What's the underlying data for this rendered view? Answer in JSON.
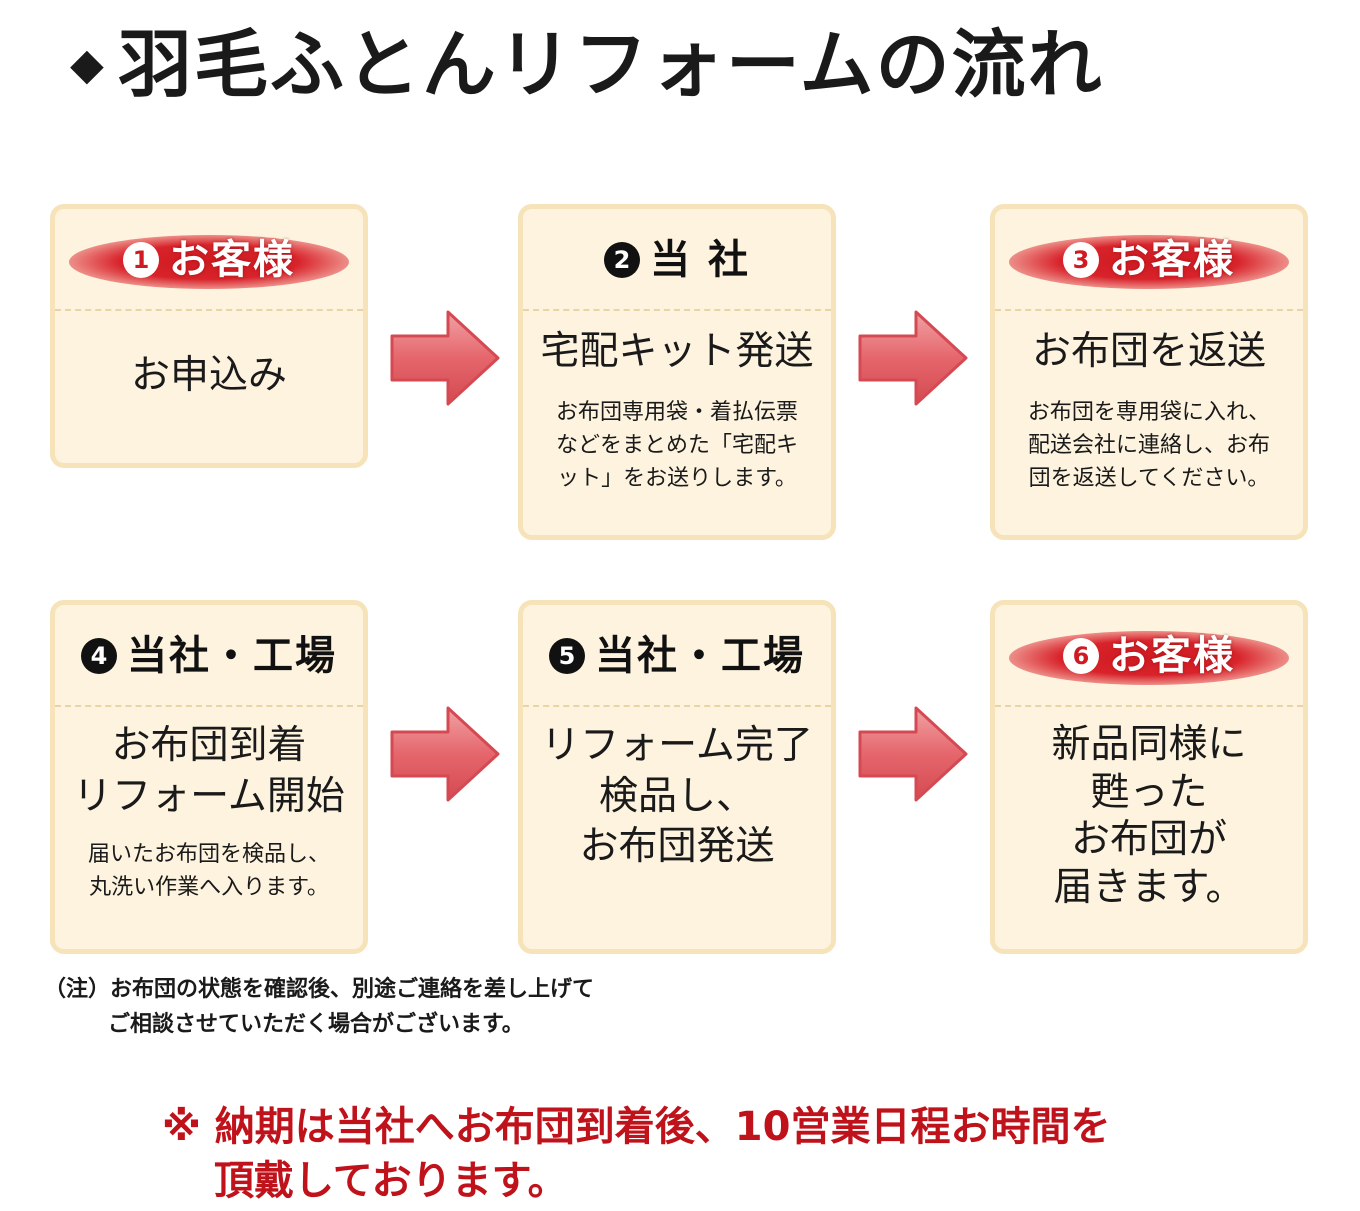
{
  "title": {
    "bullet": "◆",
    "text": "羽毛ふとんリフォームの流れ"
  },
  "steps": [
    {
      "num": "1",
      "label": "お客様",
      "main": "お申込み",
      "sub": ""
    },
    {
      "num": "2",
      "label": "当 社",
      "main": "宅配キット発送",
      "sub": "お布団専用袋・着払伝票\nなどをまとめた「宅配キ\nット」をお送りします。"
    },
    {
      "num": "3",
      "label": "お客様",
      "main": "お布団を返送",
      "sub": "お布団を専用袋に入れ、\n配送会社に連絡し、お布\n団を返送してください。"
    },
    {
      "num": "4",
      "label": "当社・工場",
      "main": "お布団到着\nリフォーム開始",
      "sub": "届いたお布団を検品し、\n丸洗い作業へ入ります。"
    },
    {
      "num": "5",
      "label": "当社・工場",
      "main": "リフォーム完了\n検品し、\nお布団発送",
      "sub": ""
    },
    {
      "num": "6",
      "label": "お客様",
      "main": "新品同様に\n甦った\nお布団が\n届きます。",
      "sub": ""
    }
  ],
  "note": {
    "line1": "（注）お布団の状態を確認後、別途ご連絡を差し上げて",
    "line2": "ご相談させていただく場合がございます。"
  },
  "notice": {
    "line1": "※ 納期は当社へお布団到着後、10営業日程お時間を",
    "line2": "頂戴しております。"
  },
  "colors": {
    "accent": "#d01a22",
    "card_bg": "#fdf3df",
    "card_border": "#f7e3b9",
    "arrow": "#e5666c"
  }
}
